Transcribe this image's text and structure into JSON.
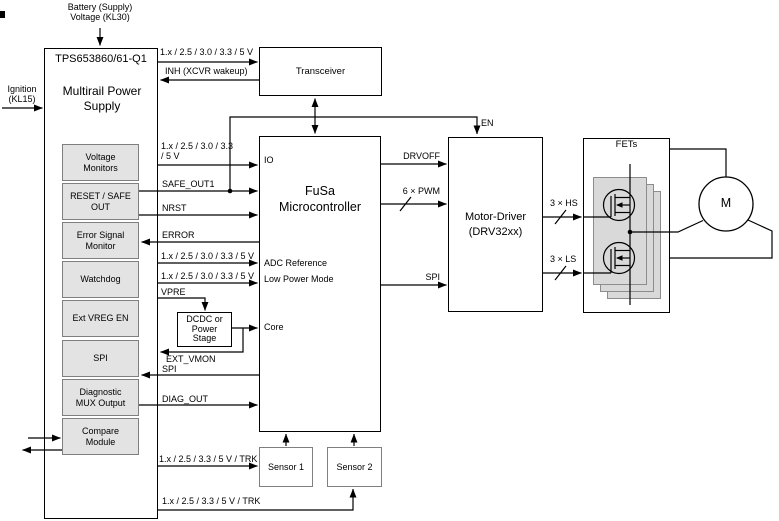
{
  "colors": {
    "line": "#000000",
    "module_fill": "#e3e3e3",
    "module_border": "#7f7f7f",
    "card_fill": "#d9d9d9",
    "card_border": "#8c8c8c",
    "block_border": "#000000",
    "bg": "#ffffff"
  },
  "external": {
    "battery_line1": "Battery (Supply)",
    "battery_line2": "Voltage (KL30)",
    "ignition_line1": "Ignition",
    "ignition_line2": "(KL15)"
  },
  "tps": {
    "title": "TPS653860/61-Q1",
    "subtitle": "Multirail Power Supply",
    "modules": [
      "Voltage Monitors",
      "RESET / SAFE OUT",
      "Error Signal Monitor",
      "Watchdog",
      "Ext VREG EN",
      "SPI",
      "Diagnostic MUX Output",
      "Compare Module"
    ]
  },
  "transceiver": {
    "label": "Transceiver"
  },
  "mcu": {
    "title_line1": "FuSa",
    "title_line2": "Microcontroller",
    "pins": {
      "io": "IO",
      "adc": "ADC Reference",
      "lpm": "Low Power Mode",
      "core": "Core"
    }
  },
  "dcdc": {
    "line1": "DCDC or",
    "line2": "Power",
    "line3": "Stage"
  },
  "driver": {
    "title_line1": "Motor-Driver",
    "title_line2": "(DRV32xx)"
  },
  "fets": {
    "label": "FETs"
  },
  "motor": {
    "label": "M"
  },
  "sensors": {
    "sensor1": "Sensor 1",
    "sensor2": "Sensor 2"
  },
  "signals": {
    "xcvr_supply": "1.x / 2.5 / 3.0 / 3.3 / 5 V",
    "inh": "INH (XCVR wakeup)",
    "io_supply": "1.x / 2.5 / 3.0 / 3.3 / 5 V",
    "safe_out1": "SAFE_OUT1",
    "nrst": "NRST",
    "error": "ERROR",
    "adc_supply": "1.x / 2.5 / 3.0 / 3.3 / 5 V",
    "lpm_supply": "1.x / 2.5 / 3.0 / 3.3 / 5 V",
    "vpre": "VPRE",
    "ext_vmon": "EXT_VMON",
    "spi_tps": "SPI",
    "diag_out": "DIAG_OUT",
    "sensor1_supply": "1.x / 2.5 / 3.3 / 5 V / TRK",
    "sensor2_supply": "1.x / 2.5 / 3.3 / 5 V / TRK",
    "en": "EN",
    "drvoff": "DRVOFF",
    "pwm": "6 × PWM",
    "spi_drv": "SPI",
    "hs": "3 × HS",
    "ls": "3 × LS"
  }
}
